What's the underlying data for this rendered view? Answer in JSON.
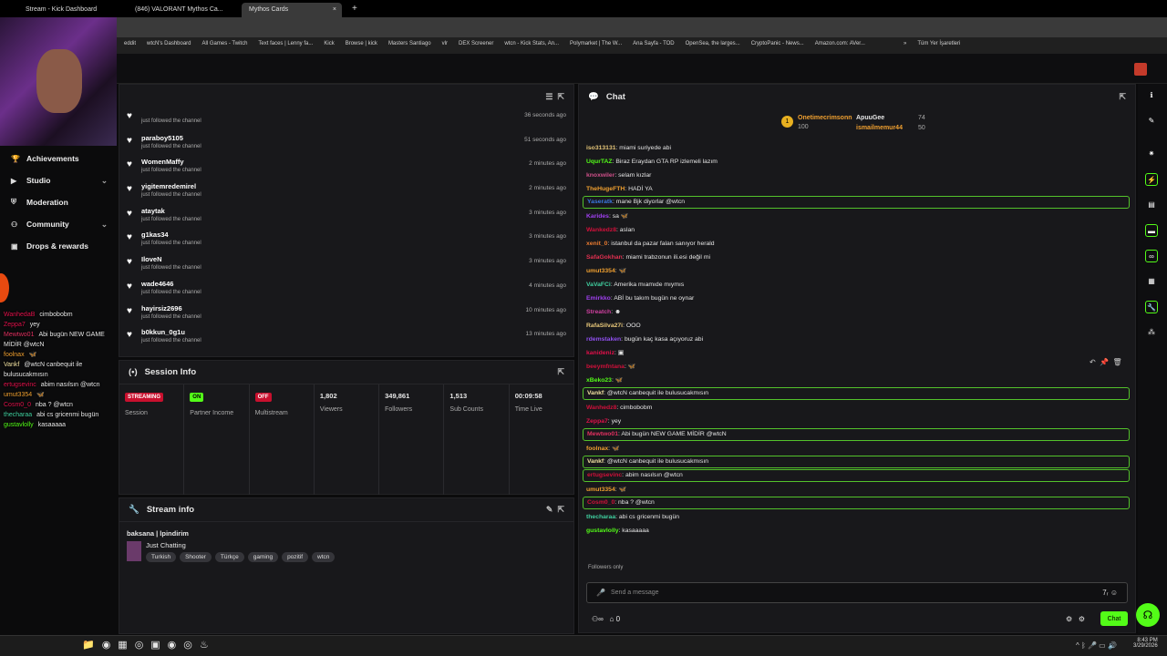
{
  "browser": {
    "tabs": [
      "Stream - Kick Dashboard",
      "(846) VALORANT Mythos Ca...",
      "Mythos Cards"
    ],
    "new_tab": "+",
    "bookmarks": [
      "eddit",
      "wtcN's Dashboard",
      "All Games - Twitch",
      "Text faces | Lenny fa...",
      "Kick",
      "Browse | kick",
      "Masters Santiago",
      "vlr",
      "DEX Screener",
      "wtcn - Kick Stats, An...",
      "Polymarket | The W...",
      "Ana Sayfa - TOD",
      "OpenSea, the larges...",
      "CryptoPanic - News...",
      "Amazon.com: AVer...",
      "»",
      "Tüm Yer İşaretleri"
    ]
  },
  "sidebar": {
    "items": [
      {
        "label": "Achievements",
        "icon": "trophy-icon",
        "chev": false
      },
      {
        "label": "Studio",
        "icon": "video-icon",
        "chev": true
      },
      {
        "label": "Moderation",
        "icon": "shield-icon",
        "chev": false
      },
      {
        "label": "Community",
        "icon": "people-icon",
        "chev": true
      },
      {
        "label": "Drops & rewards",
        "icon": "gift-icon",
        "chev": false
      }
    ]
  },
  "followers": {
    "sub": "just followed the channel",
    "items": [
      {
        "name": "",
        "time": "36 seconds ago"
      },
      {
        "name": "paraboy5105",
        "time": "51 seconds ago"
      },
      {
        "name": "WomenMaffy",
        "time": "2 minutes ago"
      },
      {
        "name": "yigitemredemirel",
        "time": "2 minutes ago"
      },
      {
        "name": "ataytak",
        "time": "3 minutes ago"
      },
      {
        "name": "g1kas34",
        "time": "3 minutes ago"
      },
      {
        "name": "IloveN",
        "time": "3 minutes ago"
      },
      {
        "name": "wade4646",
        "time": "4 minutes ago"
      },
      {
        "name": "hayirsiz2696",
        "time": "10 minutes ago"
      },
      {
        "name": "b0kkun_0g1u",
        "time": "13 minutes ago"
      }
    ]
  },
  "session": {
    "title": "Session Info",
    "stats": [
      {
        "badge": "STREAMING",
        "badge_color": "#c8102e",
        "label": "Session"
      },
      {
        "badge": "ON",
        "badge_color": "#53fc18",
        "label": "Partner Income"
      },
      {
        "badge": "OFF",
        "badge_color": "#c8102e",
        "label": "Multistream"
      },
      {
        "value": "1,802",
        "label": "Viewers"
      },
      {
        "value": "349,861",
        "label": "Followers"
      },
      {
        "value": "1,513",
        "label": "Sub Counts"
      },
      {
        "value": "00:09:58",
        "label": "Time Live"
      }
    ]
  },
  "stream_info": {
    "title": "Stream info",
    "stream_title": "baksana | lpindirim",
    "category": "Just Chatting",
    "tags": [
      "Turkish",
      "Shooter",
      "Türkçe",
      "gaming",
      "pozitif",
      "wtcn"
    ]
  },
  "chat": {
    "title": "Chat",
    "leaderboard": {
      "first": "Onetimecrimsonn",
      "first_points": "100",
      "others": [
        {
          "name": "ApuuGee",
          "points": "74"
        },
        {
          "name": "ismailmemur44",
          "points": "50"
        }
      ]
    },
    "messages": [
      {
        "u": "iso313131",
        "c": "#e8c87a",
        "t": "miami suriyede abi"
      },
      {
        "u": "UqurTAZ",
        "c": "#53fc18",
        "t": "Biraz Eraydan GTA RP izlemeli lazım"
      },
      {
        "u": "knoxwiler",
        "c": "#d0508a",
        "t": "selam kızlar"
      },
      {
        "u": "TheHugeFTH",
        "c": "#f0a030",
        "t": "HADİ YA"
      },
      {
        "u": "Yaseratk",
        "c": "#3a78e0",
        "t": "mane Bjk diyorlar @wtcn",
        "hl": true
      },
      {
        "u": "Karides",
        "c": "#a040f0",
        "t": "sa 🦋"
      },
      {
        "u": "Wankedz8",
        "c": "#d0103a",
        "t": "aslan"
      },
      {
        "u": "xenit_0",
        "c": "#e87a30",
        "t": "istanbul da pazar falan sanıyor herald"
      },
      {
        "u": "SafaGokhan",
        "c": "#e03050",
        "t": "miami trabzonun ili.esi değil mi"
      },
      {
        "u": "umut3354",
        "c": "#f0a030",
        "t": "🦋"
      },
      {
        "u": "VaVaFCi",
        "c": "#40d0a0",
        "t": "Amerika mıamıde mıymıs"
      },
      {
        "u": "Emirkko",
        "c": "#a040f0",
        "t": "ABİ bu takım bugün ne oynar"
      },
      {
        "u": "Streatch",
        "c": "#d040a0",
        "t": "☻"
      },
      {
        "u": "RafaSilva27i",
        "c": "#e8c87a",
        "t": "OOO"
      },
      {
        "u": "rdemstaken",
        "c": "#9050f0",
        "t": "bugün kaç kasa açıyoruz abi"
      },
      {
        "u": "kanideniz",
        "c": "#e0104a",
        "t": "▣"
      },
      {
        "u": "beeymfntana",
        "c": "#d0103a",
        "t": "🦋"
      },
      {
        "u": "xBeko23",
        "c": "#53fc18",
        "t": "🦋"
      },
      {
        "u": "Vankf",
        "c": "#f0e0a0",
        "t": "@wtcN canbequit ile bulusucakmısın",
        "hl": true
      },
      {
        "u": "Wanhedz8",
        "c": "#d0103a",
        "t": "cimbobobm"
      },
      {
        "u": "Zeppa7",
        "c": "#e0104a",
        "t": "yey"
      },
      {
        "u": "Mewtwo01",
        "c": "#e03060",
        "t": "Abi bugün NEW GAME MİDİR @wtcN",
        "hl": true
      },
      {
        "u": "foolnax",
        "c": "#f0a030",
        "t": "🦋"
      },
      {
        "u": "Vankf",
        "c": "#f0e0a0",
        "t": "@wtcN canbequit ile bulusucakmısın",
        "hl": true
      },
      {
        "u": "ertugsevinc",
        "c": "#d0103a",
        "t": "abim nasılsın @wtcn",
        "hl": true
      },
      {
        "u": "umut3354",
        "c": "#f0a030",
        "t": "🦋"
      },
      {
        "u": "Cosm0_0",
        "c": "#d0103a",
        "t": "nba ? @wtcn",
        "hl": true
      },
      {
        "u": "thecharaa",
        "c": "#40d0a0",
        "t": "abi cs gricenmi bugün"
      },
      {
        "u": "gustavlolly",
        "c": "#53fc18",
        "t": "kasaaaaa"
      }
    ],
    "followers_only": "Followers only",
    "placeholder": "Send a message",
    "send": "Chat",
    "bottom_count": "0"
  },
  "overlay_chat": [
    {
      "u": "WanhedaB",
      "c": "#e0104a",
      "t": "cimbobobm"
    },
    {
      "u": "Zeppa7",
      "c": "#e0104a",
      "t": "yey"
    },
    {
      "u": "Mewtwo01",
      "c": "#e03060",
      "t": "Abi bugün NEW GAME MİDİR @wtcN"
    },
    {
      "u": "foolnax",
      "c": "#f0a030",
      "t": "🦋"
    },
    {
      "u": "Vankf",
      "c": "#f0e0a0",
      "t": "@wtcN canbequit ile bulusucakmısın"
    },
    {
      "u": "ertugsevinc",
      "c": "#e0104a",
      "t": "abim nasılsın @wtcn"
    },
    {
      "u": "umut3354",
      "c": "#f0a030",
      "t": "🦋"
    },
    {
      "u": "Cosm0_0",
      "c": "#e0104a",
      "t": "nba ? @wtcn"
    },
    {
      "u": "thecharaa",
      "c": "#40d0a0",
      "t": "abi cs gricenmi bugün"
    },
    {
      "u": "gustavlolly",
      "c": "#53fc18",
      "t": "kasaaaaa"
    }
  ],
  "taskbar": {
    "time": "8:43 PM",
    "date": "3/29/2026"
  },
  "colors": {
    "accent": "#53fc18"
  }
}
